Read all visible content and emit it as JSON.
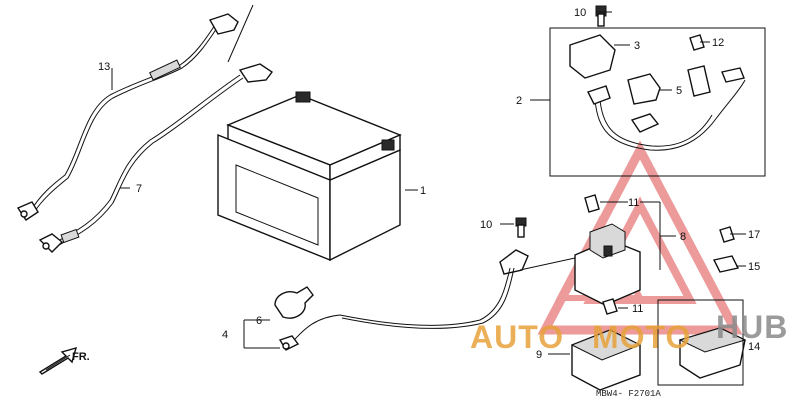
{
  "callouts": {
    "c1": "1",
    "c2": "2",
    "c3": "3",
    "c4": "4",
    "c5": "5",
    "c6": "6",
    "c7": "7",
    "c8": "8",
    "c9": "9",
    "c10a": "10",
    "c10b": "10",
    "c11a": "11",
    "c11b": "11",
    "c12": "12",
    "c13": "13",
    "c14": "14",
    "c15": "15",
    "c17": "17"
  },
  "direction_label": "FR.",
  "figure_code": "MBW4- F2701A",
  "watermark": {
    "text_left": "AUTO",
    "text_mid": "MOTO",
    "text_right": "HUB",
    "color_red": "#e04848",
    "color_orange": "#e8a23a",
    "color_gray": "#8a8a8a"
  }
}
